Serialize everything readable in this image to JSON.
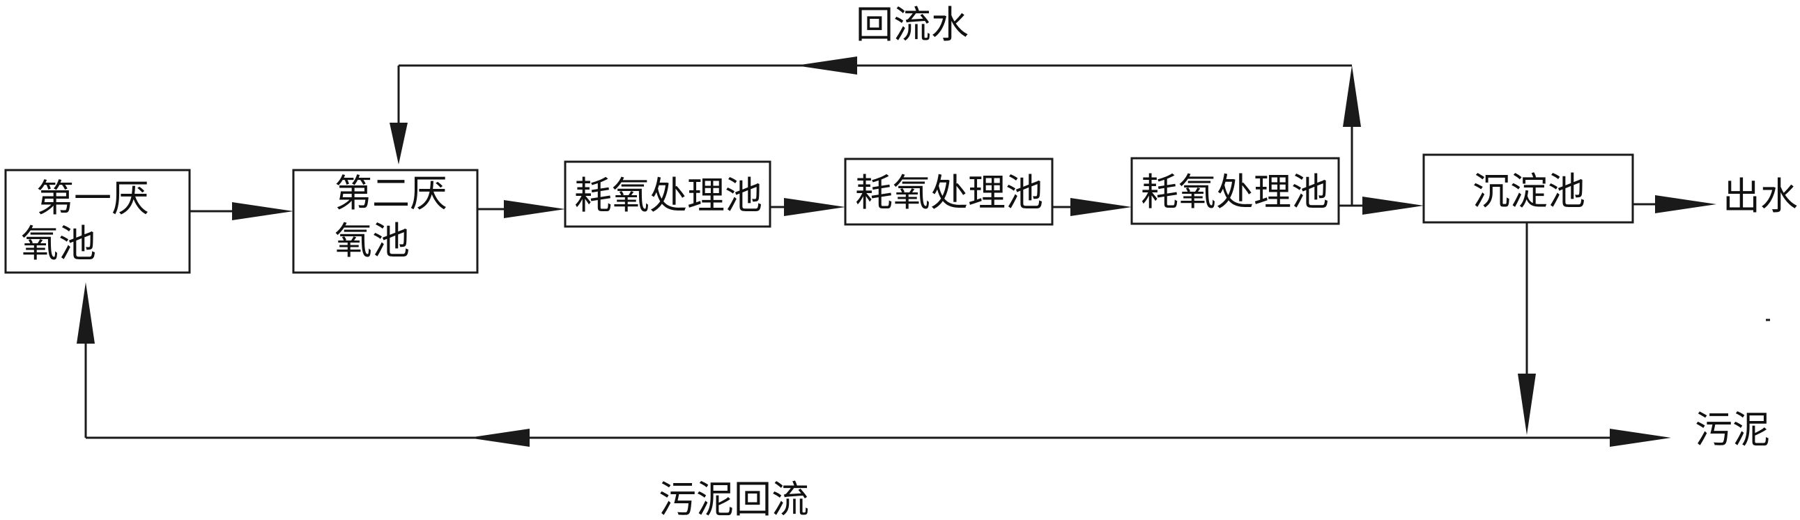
{
  "nodes": {
    "anaerobic1": {
      "line1": "第一厌",
      "line2": "氧池"
    },
    "anaerobic2": {
      "line1": "第二厌",
      "line2": "氧池"
    },
    "aerobic1": {
      "label": "耗氧处理池"
    },
    "aerobic2": {
      "label": "耗氧处理池"
    },
    "aerobic3": {
      "label": "耗氧处理池"
    },
    "settling": {
      "label": "沉淀池"
    }
  },
  "edges": {
    "return_water": "回流水",
    "effluent": "出水",
    "sludge": "污泥",
    "sludge_return": "污泥回流"
  }
}
